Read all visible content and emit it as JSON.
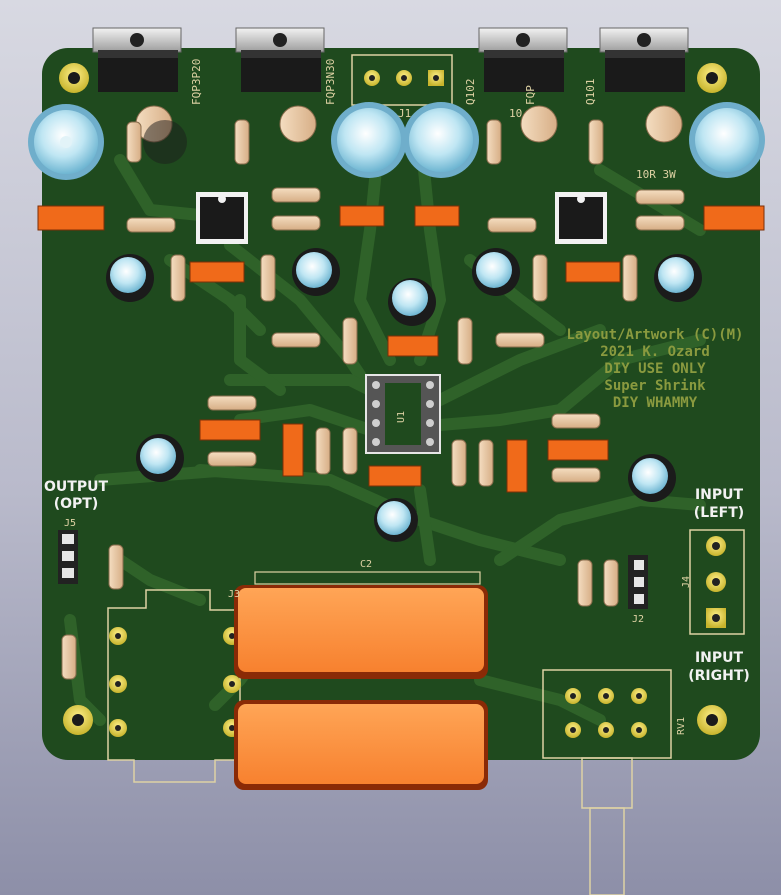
{
  "board": {
    "colors": {
      "soldermask": "#1f4a1e",
      "trace": "#2f6229",
      "silkscreen": "#ded2a4",
      "copper_pad": "#e8d84a",
      "capacitor_blue": "#7fc4dd",
      "film_cap_orange": "#f7812f",
      "smd_orange": "#f06a1a",
      "resistor_body": "#e9c8a4"
    },
    "labels": {
      "q1": "FQP3P20",
      "q2": "FQP3N30",
      "q3": "Q102",
      "q4": "Q101",
      "q3_extra": "FQP",
      "j1": "J1",
      "r_power": "10R 3W",
      "r_power_short": "10",
      "u1": "U1",
      "c2": "C2",
      "j5": "J5",
      "j4": "J4",
      "j2": "J2",
      "rv1": "RV1",
      "j3": "J3"
    },
    "credit_lines": [
      "Layout/Artwork (C)(M)",
      "2021 K. Ozard",
      "DIY USE ONLY",
      "Super Shrink",
      "DIY WHAMMY"
    ],
    "output_label": [
      "OUTPUT",
      "(OPT)"
    ],
    "input_left_label": [
      "INPUT",
      "(LEFT)"
    ],
    "input_right_label": [
      "INPUT",
      "(RIGHT)"
    ]
  }
}
